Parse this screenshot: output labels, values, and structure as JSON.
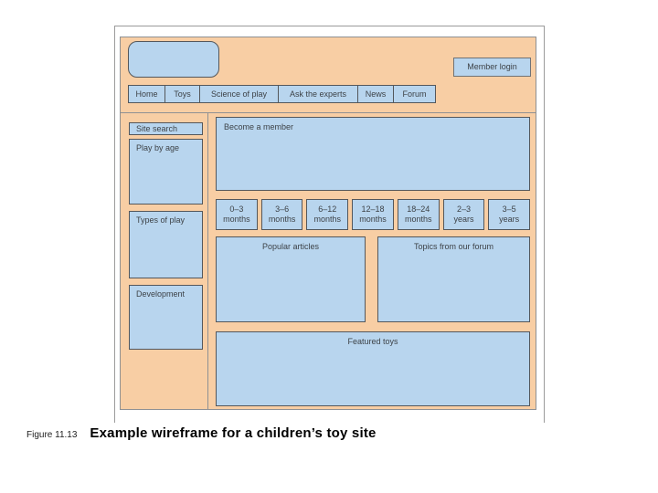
{
  "figure": {
    "label": "Figure 11.13",
    "caption": "Example wireframe for a children’s toy site"
  },
  "wireframe": {
    "colors": {
      "panel_fill": "#f8cea4",
      "box_fill": "#b8d5ee",
      "box_border": "#54575b",
      "panel_border": "#8e9093",
      "frame_border": "#9b9b9b",
      "label_text": "#3d4247"
    },
    "header": {
      "member_login": "Member login",
      "nav": [
        "Home",
        "Toys",
        "Science of play",
        "Ask the experts",
        "News",
        "Forum"
      ]
    },
    "sidebar": {
      "items": [
        "Site search",
        "Play by age",
        "Types of play",
        "Development"
      ]
    },
    "main": {
      "become_member": "Become a member",
      "age_buttons": [
        {
          "top": "0–3",
          "bottom": "months"
        },
        {
          "top": "3–6",
          "bottom": "months"
        },
        {
          "top": "6–12",
          "bottom": "months"
        },
        {
          "top": "12–18",
          "bottom": "months"
        },
        {
          "top": "18–24",
          "bottom": "months"
        },
        {
          "top": "2–3",
          "bottom": "years"
        },
        {
          "top": "3–5",
          "bottom": "years"
        }
      ],
      "popular_articles": "Popular articles",
      "topics_forum": "Topics from our forum",
      "featured_toys": "Featured toys"
    }
  }
}
